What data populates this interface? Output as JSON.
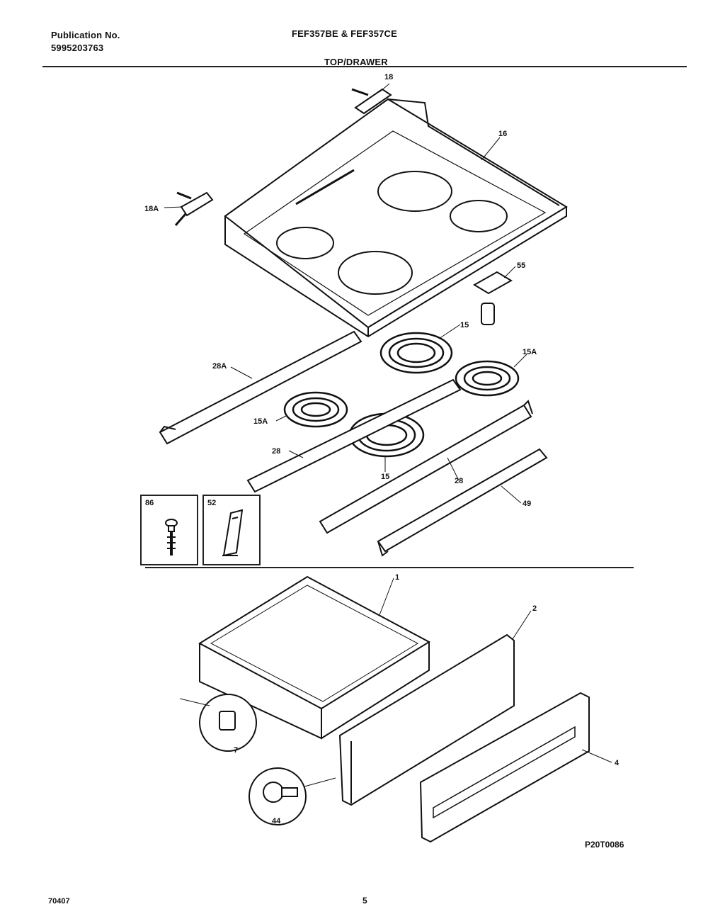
{
  "header": {
    "publication_label": "Publication No.",
    "publication_number": "5995203763",
    "models": "FEF357BE & FEF357CE",
    "section": "TOP/DRAWER"
  },
  "callouts": {
    "p18_top": "18",
    "p18A": "18A",
    "p16": "16",
    "p55": "55",
    "p15": "15",
    "p15A_right": "15A",
    "p28A": "28A",
    "p15A_left": "15A",
    "p28": "28",
    "p15_front": "15",
    "p28_right": "28",
    "p49": "49",
    "p1": "1",
    "p2": "2",
    "p7": "7",
    "p4": "4",
    "p44": "44"
  },
  "insets": {
    "inset_86": "86",
    "inset_52": "52"
  },
  "footer": {
    "diagram_code": "P20T0086",
    "date": "70407",
    "page": "5"
  }
}
